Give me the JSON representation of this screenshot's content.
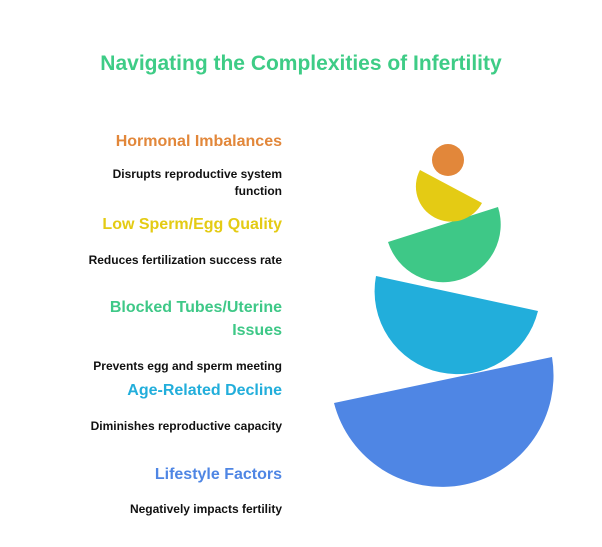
{
  "title": "Navigating the Complexities of Infertility",
  "factors": [
    {
      "heading": "Hormonal Imbalances",
      "description": "Disrupts reproductive system function",
      "color": "#e2873a"
    },
    {
      "heading": "Low Sperm/Egg Quality",
      "description": "Reduces fertilization success rate",
      "color": "#e4cb14"
    },
    {
      "heading": "Blocked Tubes/Uterine Issues",
      "description": "Prevents egg and sperm meeting",
      "color": "#3ec887"
    },
    {
      "heading": "Age-Related Decline",
      "description": "Diminishes reproductive capacity",
      "color": "#22aedb"
    },
    {
      "heading": "Lifestyle Factors",
      "description": "Negatively impacts fertility",
      "color": "#4f86e4"
    }
  ],
  "colors": {
    "title": "#3ecc86",
    "desc_text": "#111111"
  },
  "icons": [
    "circle-shape",
    "semicircle-shape"
  ]
}
